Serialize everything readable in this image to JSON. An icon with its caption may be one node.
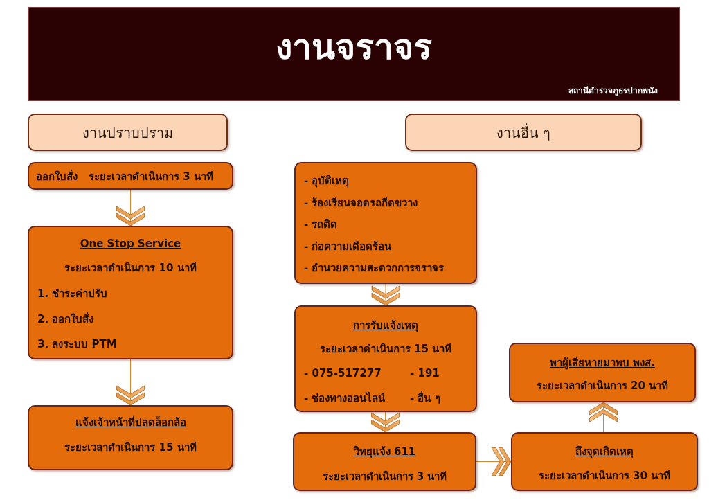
{
  "diagram": {
    "nodes": [
      {
        "text": [
          "งานจราจร",
          "สถานีตำรวจภูธรปากพนัง"
        ]
      },
      {
        "text": [
          "งานปราบปราม"
        ]
      },
      {
        "text": [
          "งานอื่น ๆ"
        ]
      },
      {
        "text": [
          "ออกใบสั่ง",
          "ระยะเวลาดำเนินการ 3 นาที"
        ]
      },
      {
        "text": [
          "One Stop Service",
          "ระยะเวลาดำเนินการ 10 นาที",
          "1. ชำระค่าปรับ",
          "2. ออกใบสั่ง",
          "3. ลงระบบ PTM"
        ]
      },
      {
        "text": [
          "แจ้งเจ้าหน้าที่ปลดล็อกล้อ",
          "ระยะเวลาดำเนินการ 15 นาที"
        ]
      },
      {
        "text": [
          "- อุบัติเหตุ",
          "- ร้องเรียนจอดรถกีดขวาง",
          "- รถติด",
          "- ก่อความเดือดร้อน",
          "- อำนวยความสะดวกการจราจร"
        ]
      },
      {
        "text": [
          "การรับแจ้งเหตุ",
          "ระยะเวลาดำเนินการ 15 นาที",
          "- 075-517277",
          "- 191",
          "- ช่องทางออนไลน์",
          "- อื่น ๆ"
        ]
      },
      {
        "text": [
          "วิทยุแจ้ง 611",
          "ระยะเวลาดำเนินการ 3 นาที"
        ]
      },
      {
        "text": [
          "ถึงจุดเกิดเหตุ",
          "ระยะเวลาดำเนินการ 30 นาที"
        ]
      },
      {
        "text": [
          "พาผู้เสียหายมาพบ พงส.",
          "ระยะเวลาดำเนินการ 20 นาที"
        ]
      }
    ],
    "edges": [
      {
        "from": 3,
        "to": 4,
        "arrow": "to"
      },
      {
        "from": 4,
        "to": 5,
        "arrow": "to"
      },
      {
        "from": 6,
        "to": 7,
        "arrow": "to"
      },
      {
        "from": 7,
        "to": 8,
        "arrow": "to"
      },
      {
        "from": 8,
        "to": 9,
        "arrow": "to"
      },
      {
        "from": 9,
        "to": 10,
        "arrow": "to"
      }
    ]
  }
}
